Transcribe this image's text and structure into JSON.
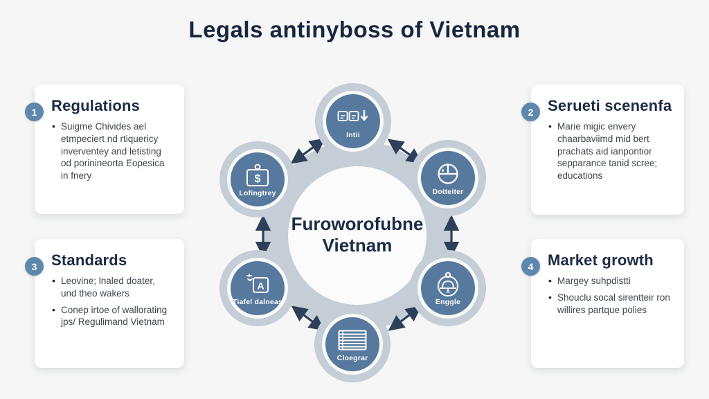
{
  "title": "Legals antinyboss of Vietnam",
  "center": {
    "line1": "Furoworofubne",
    "line2": "Vietnam"
  },
  "nodes": [
    {
      "position": "top",
      "label": "Intii",
      "icon": "windows-download-icon"
    },
    {
      "position": "upper-left",
      "label": "Lofingtrey",
      "icon": "dollar-tag-icon"
    },
    {
      "position": "upper-right",
      "label": "Dotteiter",
      "icon": "circle-plus-icon"
    },
    {
      "position": "lower-left",
      "label": "Tiafel dalneas",
      "icon": "translate-icon"
    },
    {
      "position": "lower-right",
      "label": "Enggle",
      "icon": "bell-circle-icon"
    },
    {
      "position": "bottom",
      "label": "Cloegrar",
      "icon": "list-lines-icon"
    }
  ],
  "cards": [
    {
      "number": "1",
      "heading": "Regulations",
      "bullets": [
        "Suigme Chivides ael etmpeciert nd rtiquericy inverventey and letisting od porinineorta Eopesica in fnery"
      ]
    },
    {
      "number": "2",
      "heading": "Serueti scenenfa",
      "bullets": [
        "Marie migic envery chaarbaviimd mid bert prachats aid ianpontior sepparance tanid scree; educations"
      ]
    },
    {
      "number": "3",
      "heading": "Standards",
      "bullets": [
        "Leovine; lnaled doater, und theo wakers",
        "Conep irtoe of wallorating jps/ Regulimand Vietnam"
      ]
    },
    {
      "number": "4",
      "heading": "Market growth",
      "bullets": [
        "Margey suhpdistti",
        "Shouclu socal sirentteir ron willires partque polies"
      ]
    }
  ],
  "colors": {
    "background": "#f5f6f5",
    "title_navy": "#18263f",
    "node_blue": "#57799e",
    "ring_gray": "#c5cdd6",
    "badge_blue": "#5d87ac",
    "arrow_navy": "#2d3f59",
    "body_text": "#3f444d"
  }
}
